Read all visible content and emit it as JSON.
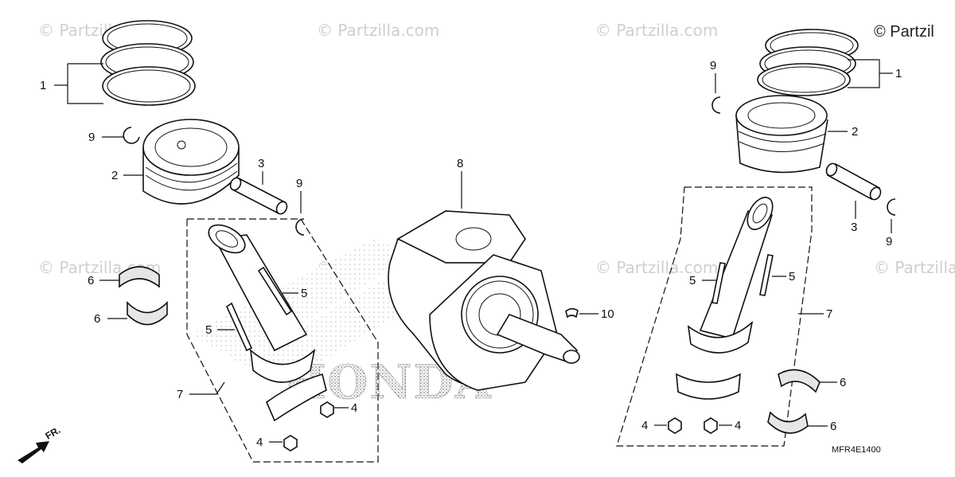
{
  "watermark": "© Partzilla.com",
  "copyright": "© Partzil",
  "front_label": "FR.",
  "diagram_code": "MFR4E1400",
  "brand": "HONDA",
  "callouts": {
    "c1a": "1",
    "c9a": "9",
    "c2a": "2",
    "c3a": "3",
    "c9b": "9",
    "c6a": "6",
    "c6b": "6",
    "c5a": "5",
    "c5b": "5",
    "c7a": "7",
    "c4a": "4",
    "c4b": "4",
    "c8": "8",
    "c10": "10",
    "c9c": "9",
    "c1b": "1",
    "c2b": "2",
    "c3b": "3",
    "c9d": "9",
    "c5c": "5",
    "c5d": "5",
    "c7b": "7",
    "c6c": "6",
    "c6d": "6",
    "c4c": "4",
    "c4d": "4"
  }
}
